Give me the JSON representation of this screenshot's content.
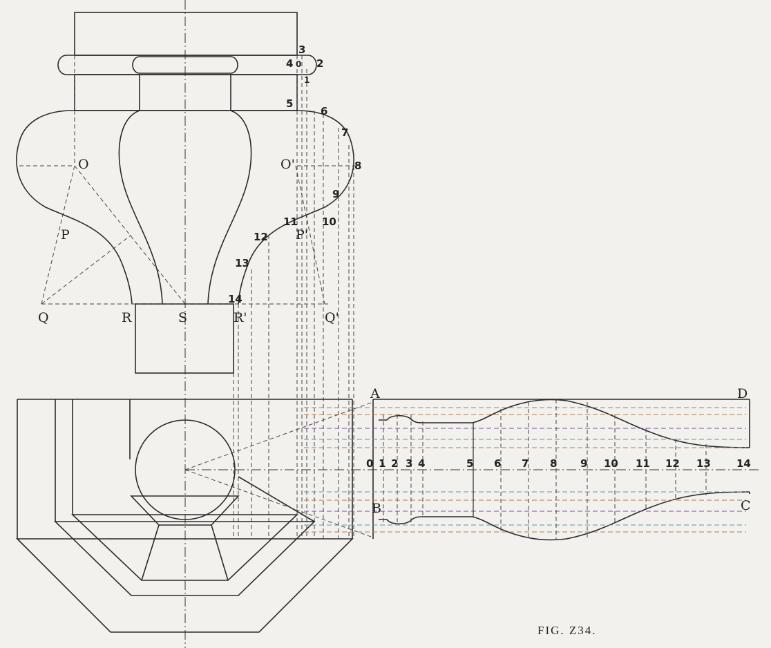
{
  "figure": {
    "caption": "FIG. Z34.",
    "elevation_labels": {
      "O": "O",
      "O_prime": "O'",
      "P": "P",
      "P_prime": "P'",
      "Q": "Q",
      "Q_prime": "Q'",
      "R": "R",
      "R_prime": "R'",
      "S": "S"
    },
    "profile_points": [
      "0",
      "1",
      "2",
      "3",
      "4",
      "5",
      "6",
      "7",
      "8",
      "9",
      "10",
      "11",
      "12",
      "13",
      "14"
    ],
    "development_corners": {
      "A": "A",
      "B": "B",
      "C": "C",
      "D": "D"
    },
    "development_stations": [
      "0",
      "1",
      "2",
      "3",
      "4",
      "5",
      "6",
      "7",
      "8",
      "9",
      "10",
      "11",
      "12",
      "13",
      "14"
    ]
  }
}
